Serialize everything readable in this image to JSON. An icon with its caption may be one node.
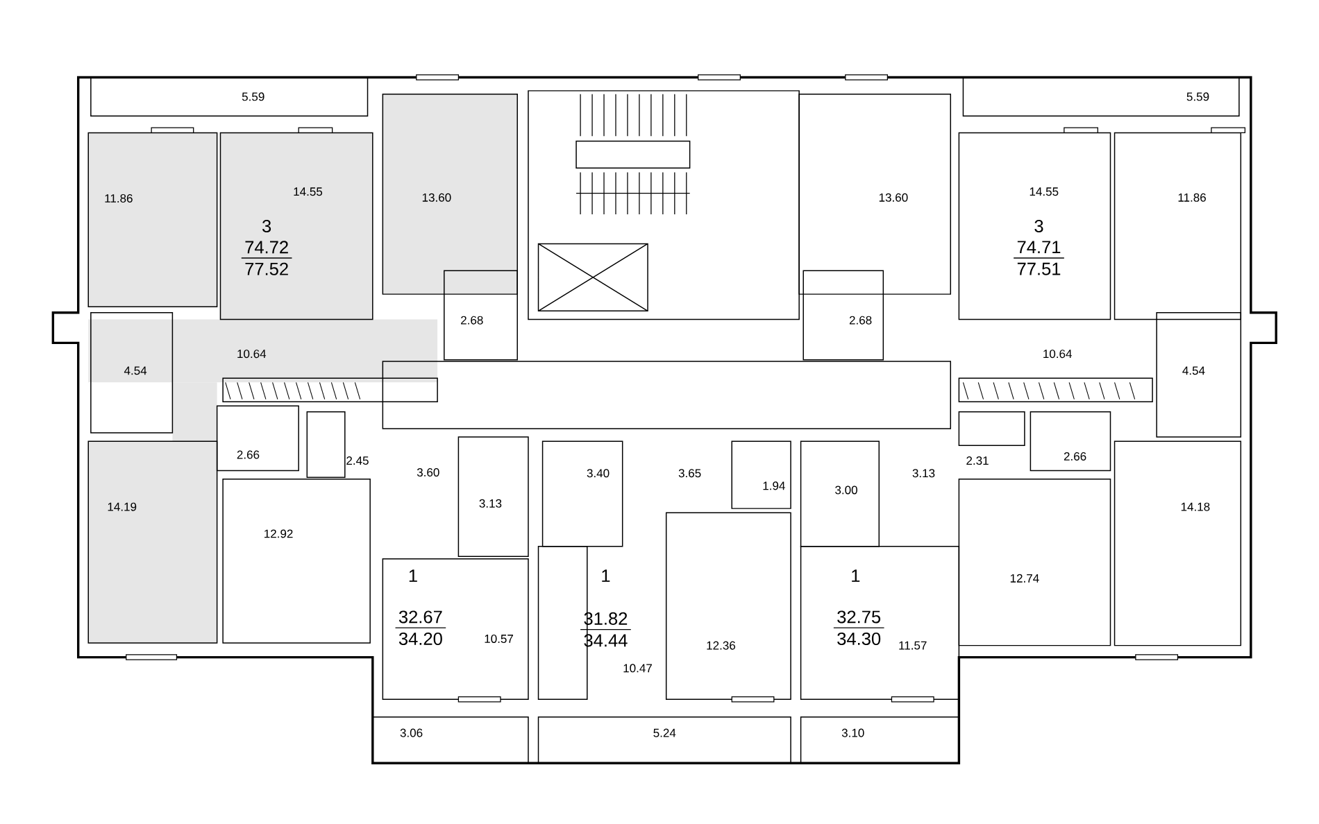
{
  "diagram": {
    "labels": [
      "5.59",
      "5.59",
      "11.86",
      "14.55",
      "13.60",
      "13.60",
      "14.55",
      "11.86",
      "3",
      "74.72",
      "77.52",
      "3",
      "74.71",
      "77.51",
      "2.68",
      "2.68",
      "10.64",
      "10.64",
      "4.54",
      "4.54",
      "2.66",
      "2.31",
      "2.66",
      "2.45",
      "3.60",
      "3.40",
      "3.65",
      "3.13",
      "1.94",
      "3.00",
      "14.19",
      "3.13",
      "14.18",
      "12.92",
      "12.74",
      "1",
      "1",
      "1",
      "32.67",
      "31.82",
      "32.75",
      "34.20",
      "34.44",
      "34.30",
      "10.57",
      "12.36",
      "11.57",
      "10.47",
      "3.06",
      "5.24",
      "3.10"
    ]
  }
}
